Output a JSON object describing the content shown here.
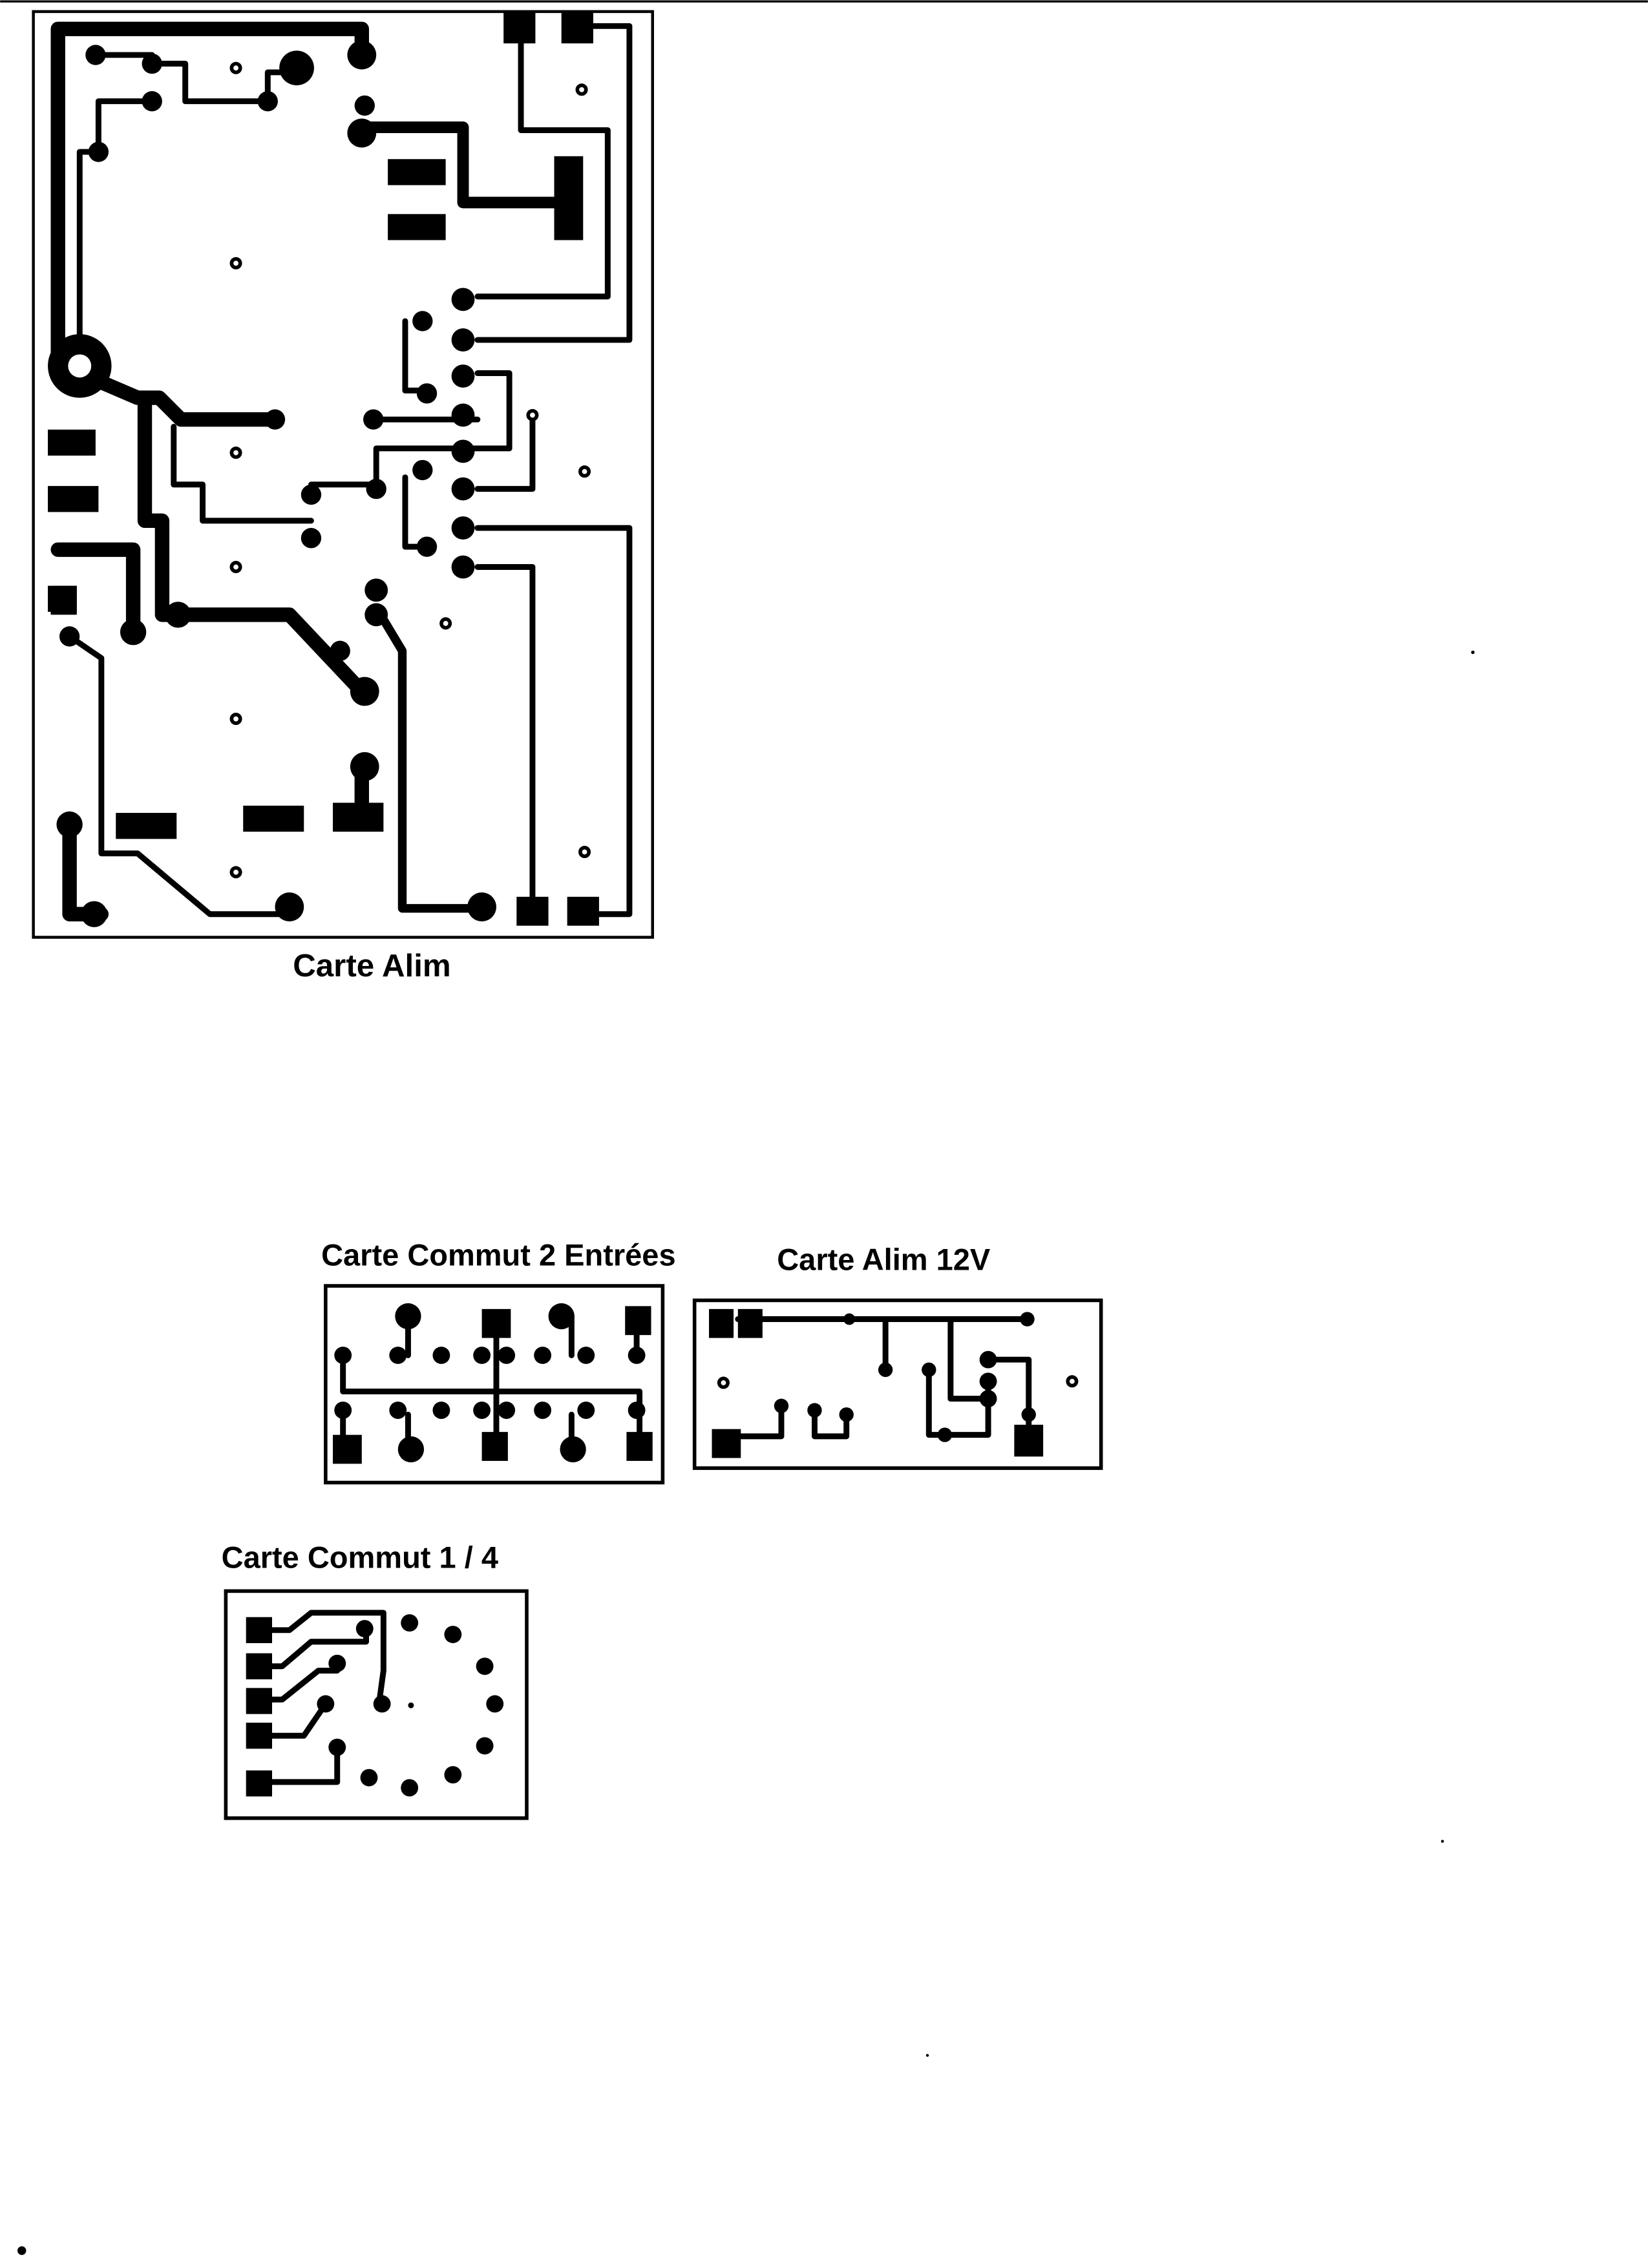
{
  "boards": [
    {
      "title": "Carte Alim"
    },
    {
      "title": "Carte Commut 2 Entrées"
    },
    {
      "title": "Carte Alim 12V"
    },
    {
      "title": "Carte Commut 1 / 4"
    }
  ],
  "colors": {
    "ink": "#000000",
    "paper": "#ffffff"
  }
}
